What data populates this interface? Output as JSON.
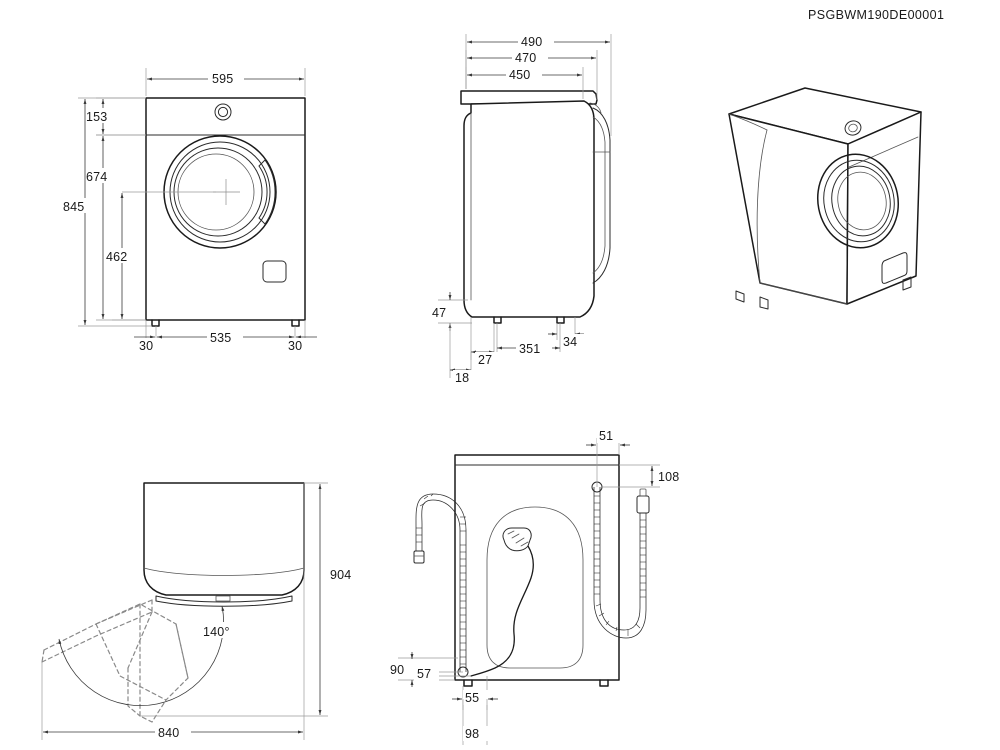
{
  "document": {
    "part_code": "PSGBWM190DE00001",
    "product": "front-load washing machine",
    "drawing_type": "dimensional technical drawing",
    "units": "mm",
    "background_color": "#ffffff",
    "line_color": "#1a1a1a"
  },
  "views": {
    "front": {
      "name": "front-elevation-view",
      "dimensions": {
        "width_overall": "595",
        "control_panel_height": "153",
        "door_center_height": "674",
        "total_height": "845",
        "door_lower_ref": "462",
        "foot_inset_left": "30",
        "foot_span": "535",
        "foot_inset_right": "30"
      }
    },
    "side": {
      "name": "side-elevation-view",
      "dimensions": {
        "depth_with_door": "490",
        "depth_mid": "470",
        "depth_body": "450",
        "plinth_height": "47",
        "foot_front_offset": "27",
        "front_edge_offset": "18",
        "foot_spacing": "351",
        "foot_rear_offset": "34"
      }
    },
    "perspective": {
      "name": "isometric-perspective-view"
    },
    "door_swing": {
      "name": "top-door-swing-view",
      "dimensions": {
        "depth_with_door_open": "904",
        "width_with_door_open": "840",
        "door_opening_angle": "140°"
      }
    },
    "rear": {
      "name": "rear-elevation-view",
      "dimensions": {
        "hose_offset_top": "51",
        "hose_drop_top": "108",
        "hose_height_left": "90",
        "hose_height_inner": "57",
        "foot_offset": "55",
        "base_offset": "98"
      }
    }
  },
  "labels": {
    "front_width": "595",
    "front_panel": "153",
    "front_door_center": "674",
    "front_height": "845",
    "front_462": "462",
    "front_foot_left": "30",
    "front_foot_span": "535",
    "front_foot_right": "30",
    "side_490": "490",
    "side_470": "470",
    "side_450": "450",
    "side_47": "47",
    "side_27": "27",
    "side_18": "18",
    "side_351": "351",
    "side_34": "34",
    "swing_904": "904",
    "swing_840": "840",
    "swing_angle": "140°",
    "rear_51": "51",
    "rear_108": "108",
    "rear_90": "90",
    "rear_57": "57",
    "rear_55": "55",
    "rear_98": "98"
  }
}
